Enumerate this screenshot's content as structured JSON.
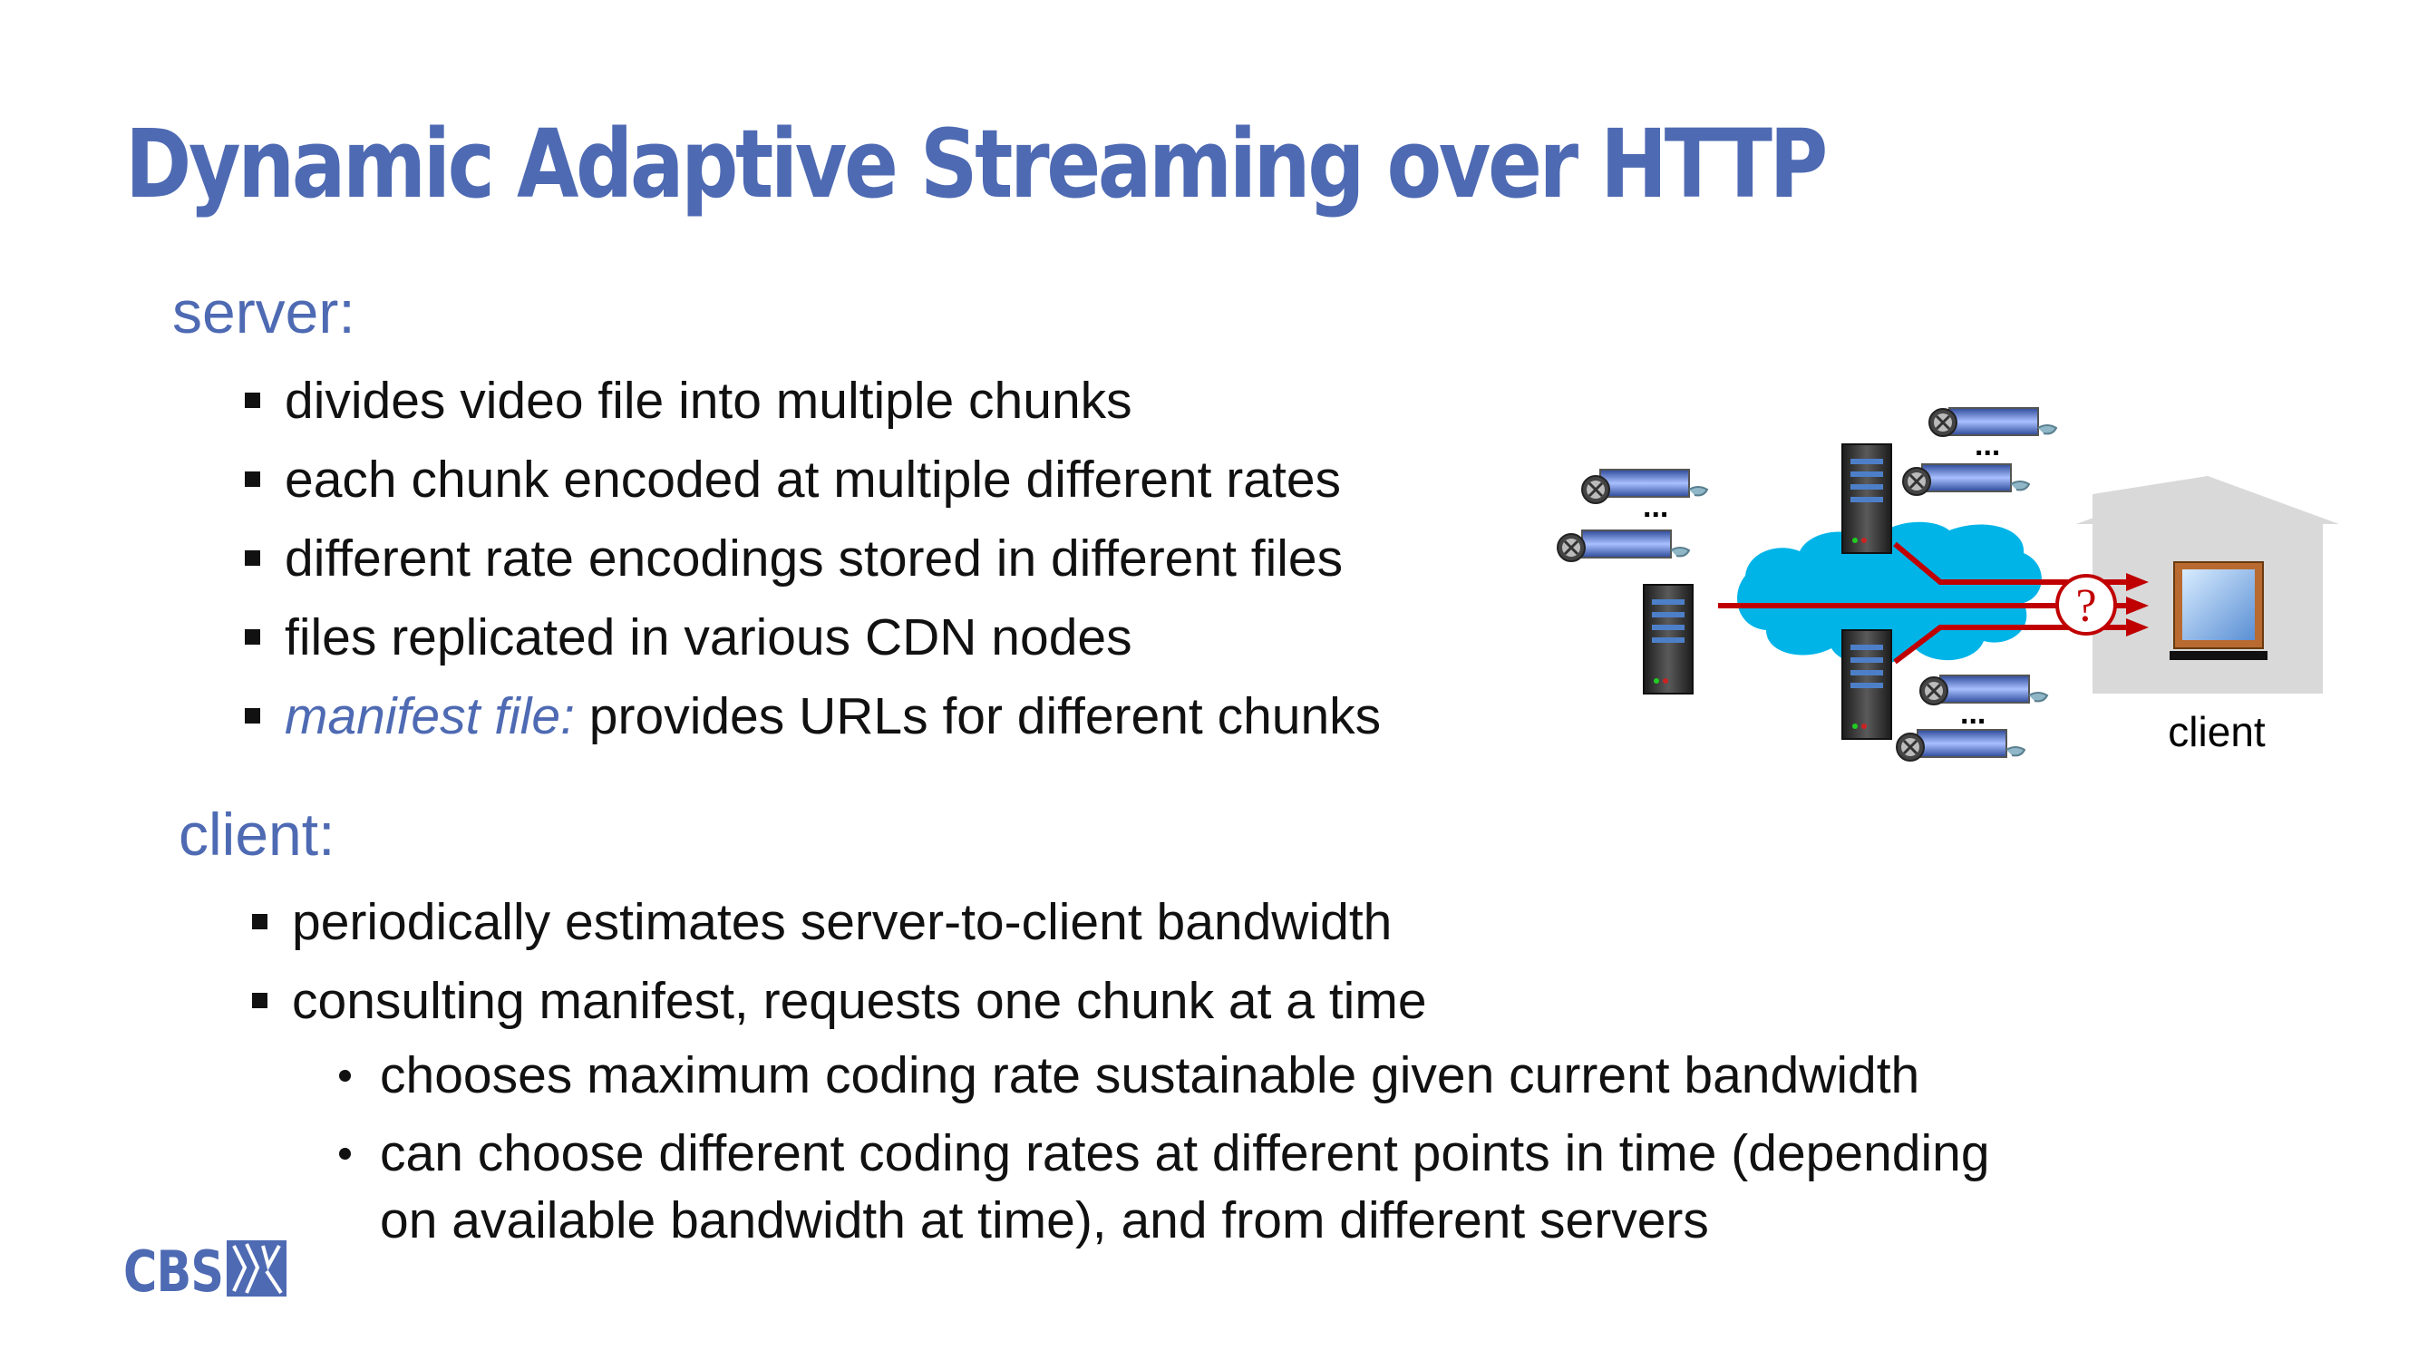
{
  "slide": {
    "title": "Dynamic Adaptive Streaming over HTTP",
    "server": {
      "heading": "server:",
      "bullets": [
        "divides video file into multiple chunks",
        "each chunk encoded at multiple different rates",
        "different rate encodings stored in different files",
        "files replicated in various CDN nodes"
      ],
      "manifest_emph": "manifest file:",
      "manifest_rest": " provides URLs for different chunks"
    },
    "client": {
      "heading": "client:",
      "bullets": [
        "periodically estimates server-to-client bandwidth",
        "consulting manifest, requests one chunk at a time"
      ],
      "sub_bullets": [
        "chooses maximum coding rate sustainable given current bandwidth",
        "can choose different coding rates at different points in time (depending",
        "on available bandwidth at time), and from different servers"
      ]
    },
    "diagram": {
      "client_label": "client",
      "question_mark": "?",
      "ellipsis": "..."
    },
    "logo": {
      "text": "CBS"
    },
    "colors": {
      "heading_blue": "#4e6ab3",
      "cloud": "#00b4e8",
      "arrow_red": "#c00000",
      "house_gray": "#d9d9d9"
    }
  }
}
